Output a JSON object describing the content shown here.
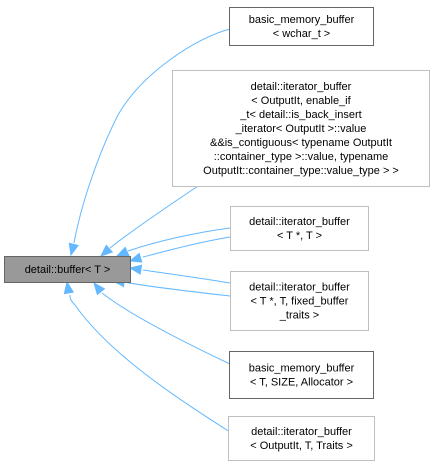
{
  "diagram": {
    "colors": {
      "edge": "#63b8ff",
      "base_fill": "#999999",
      "base_border": "#666666",
      "documented_border": "#666666",
      "undocumented_border": "#bfbfbf",
      "node_fill": "#ffffff"
    },
    "base": {
      "id": "base",
      "lines": [
        "detail::buffer< T >"
      ]
    },
    "nodes": [
      {
        "id": "n1",
        "style": "documented",
        "lines": [
          "basic_memory_buffer",
          "< wchar_t >"
        ]
      },
      {
        "id": "n2",
        "style": "undocumented",
        "lines": [
          "detail::iterator_buffer",
          "< OutputIt, enable_if",
          "_t< detail::is_back_insert",
          "_iterator< OutputIt >::value",
          " &&is_contiguous< typename OutputIt",
          "::container_type >::value, typename",
          " OutputIt::container_type::value_type > >"
        ]
      },
      {
        "id": "n3",
        "style": "undocumented",
        "lines": [
          "detail::iterator_buffer",
          "< T *, T >"
        ]
      },
      {
        "id": "n4",
        "style": "undocumented",
        "lines": [
          "detail::iterator_buffer",
          "< T *, T, fixed_buffer",
          "_traits >"
        ]
      },
      {
        "id": "n5",
        "style": "documented",
        "lines": [
          "basic_memory_buffer",
          "< T, SIZE, Allocator >"
        ]
      },
      {
        "id": "n6",
        "style": "undocumented",
        "lines": [
          "detail::iterator_buffer",
          "< OutputIt, T, Traits >"
        ]
      }
    ]
  }
}
